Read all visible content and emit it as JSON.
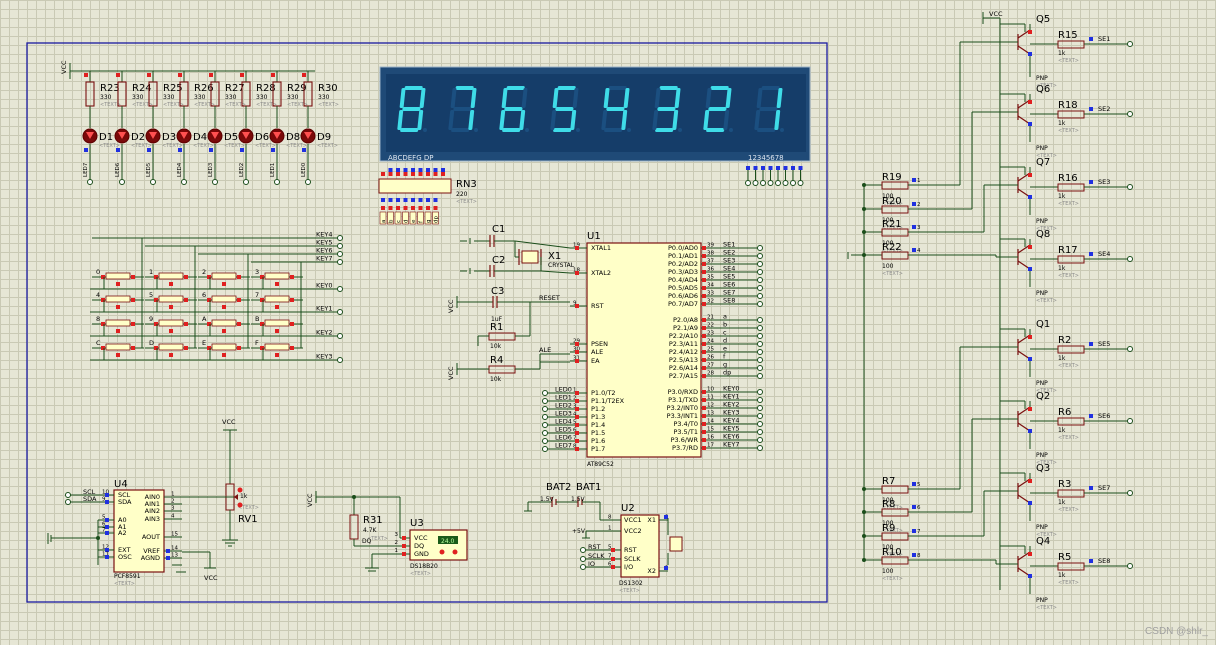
{
  "watermark": "CSDN @shlr_",
  "vcc": "VCC",
  "text_placeholder": "<TEXT>",
  "display": {
    "digits": [
      "8",
      "7",
      "6",
      "5",
      "4",
      "3",
      "2",
      "1"
    ],
    "seg_label": "ABCDEFG DP",
    "dig_label": "12345678",
    "seg_color": "#3fdce8"
  },
  "rn3": {
    "ref": "RN3",
    "value": "220"
  },
  "leds": [
    {
      "res": "R23",
      "led": "D1",
      "net": "LED7"
    },
    {
      "res": "R24",
      "led": "D2",
      "net": "LED6"
    },
    {
      "res": "R25",
      "led": "D3",
      "net": "LED5"
    },
    {
      "res": "R26",
      "led": "D4",
      "net": "LED4"
    },
    {
      "res": "R27",
      "led": "D5",
      "net": "LED3"
    },
    {
      "res": "R28",
      "led": "D6",
      "net": "LED2"
    },
    {
      "res": "R29",
      "led": "D8",
      "net": "LED1"
    },
    {
      "res": "R30",
      "led": "D9",
      "net": "LED0"
    }
  ],
  "led_res_value": "330",
  "keys": [
    "0",
    "1",
    "2",
    "3",
    "4",
    "5",
    "6",
    "7",
    "8",
    "9",
    "A",
    "B",
    "C",
    "D",
    "E",
    "F"
  ],
  "key_col_nets": [
    "KEY4",
    "KEY5",
    "KEY6",
    "KEY7"
  ],
  "key_row_nets": [
    "KEY0",
    "KEY1",
    "KEY2",
    "KEY3"
  ],
  "osc": {
    "c1": "C1",
    "c2": "C2",
    "c3": "C3",
    "c3_value": "1uF",
    "x1": "X1",
    "x1_value": "CRYSTAL",
    "r1": "R1",
    "r1_value": "10k",
    "r4": "R4",
    "r4_value": "10k",
    "reset_net": "RESET",
    "ale_net": "ALE"
  },
  "mcu": {
    "ref": "U1",
    "part": "AT89C52",
    "left_pins": [
      {
        "num": "19",
        "name": "XTAL1"
      },
      {
        "num": "18",
        "name": "XTAL2"
      },
      {
        "num": "9",
        "name": "RST"
      },
      {
        "num": "29",
        "name": "PSEN"
      },
      {
        "num": "30",
        "name": "ALE"
      },
      {
        "num": "31",
        "name": "EA"
      },
      {
        "num": "1",
        "name": "P1.0/T2"
      },
      {
        "num": "2",
        "name": "P1.1/T2EX"
      },
      {
        "num": "3",
        "name": "P1.2"
      },
      {
        "num": "4",
        "name": "P1.3"
      },
      {
        "num": "5",
        "name": "P1.4"
      },
      {
        "num": "6",
        "name": "P1.5"
      },
      {
        "num": "7",
        "name": "P1.6"
      },
      {
        "num": "8",
        "name": "P1.7"
      }
    ],
    "left_nets": [
      "LED0",
      "LED1",
      "LED2",
      "LED3",
      "LED4",
      "LED5",
      "LED6",
      "LED7"
    ],
    "p0_pins": [
      {
        "num": "39",
        "name": "P0.0/AD0",
        "net": "SE1"
      },
      {
        "num": "38",
        "name": "P0.1/AD1",
        "net": "SE2"
      },
      {
        "num": "37",
        "name": "P0.2/AD2",
        "net": "SE3"
      },
      {
        "num": "36",
        "name": "P0.3/AD3",
        "net": "SE4"
      },
      {
        "num": "35",
        "name": "P0.4/AD4",
        "net": "SE5"
      },
      {
        "num": "34",
        "name": "P0.5/AD5",
        "net": "SE6"
      },
      {
        "num": "33",
        "name": "P0.6/AD6",
        "net": "SE7"
      },
      {
        "num": "32",
        "name": "P0.7/AD7",
        "net": "SE8"
      }
    ],
    "p2_pins": [
      {
        "num": "21",
        "name": "P2.0/A8",
        "net": "a"
      },
      {
        "num": "22",
        "name": "P2.1/A9",
        "net": "b"
      },
      {
        "num": "23",
        "name": "P2.2/A10",
        "net": "c"
      },
      {
        "num": "24",
        "name": "P2.3/A11",
        "net": "d"
      },
      {
        "num": "25",
        "name": "P2.4/A12",
        "net": "e"
      },
      {
        "num": "26",
        "name": "P2.5/A13",
        "net": "f"
      },
      {
        "num": "27",
        "name": "P2.6/A14",
        "net": "g"
      },
      {
        "num": "28",
        "name": "P2.7/A15",
        "net": "dp"
      }
    ],
    "p3_pins": [
      {
        "num": "10",
        "name": "P3.0/RXD",
        "net": "KEY0"
      },
      {
        "num": "11",
        "name": "P3.1/TXD",
        "net": "KEY1"
      },
      {
        "num": "12",
        "name": "P3.2/INT0",
        "net": "KEY2"
      },
      {
        "num": "13",
        "name": "P3.3/INT1",
        "net": "KEY3"
      },
      {
        "num": "14",
        "name": "P3.4/T0",
        "net": "KEY4"
      },
      {
        "num": "15",
        "name": "P3.5/T1",
        "net": "KEY5"
      },
      {
        "num": "16",
        "name": "P3.6/WR",
        "net": "KEY6"
      },
      {
        "num": "17",
        "name": "P3.7/RD",
        "net": "KEY7"
      }
    ]
  },
  "transistors_top": [
    {
      "q": "Q5",
      "r": "R15",
      "net": "SE1",
      "base": "R19",
      "pin": "1"
    },
    {
      "q": "Q6",
      "r": "R18",
      "net": "SE2",
      "base": "R20",
      "pin": "2"
    },
    {
      "q": "Q7",
      "r": "R16",
      "net": "SE3",
      "base": "R21",
      "pin": "3"
    },
    {
      "q": "Q8",
      "r": "R17",
      "net": "SE4",
      "base": "R22",
      "pin": "4"
    }
  ],
  "transistors_bottom": [
    {
      "q": "Q1",
      "r": "R2",
      "net": "SE5",
      "base": "R7",
      "pin": "5"
    },
    {
      "q": "Q2",
      "r": "R6",
      "net": "SE6",
      "base": "R8",
      "pin": "6"
    },
    {
      "q": "Q3",
      "r": "R3",
      "net": "SE7",
      "base": "R9",
      "pin": "7"
    },
    {
      "q": "Q4",
      "r": "R5",
      "net": "SE8",
      "base": "R10",
      "pin": "8"
    }
  ],
  "pnp_label": "PNP",
  "coll_res_value": "1k",
  "base_res_value": "100",
  "adc": {
    "ref": "U4",
    "part": "PCF8591",
    "left_pins": [
      {
        "num": "10",
        "name": "SCL",
        "net": "SCL"
      },
      {
        "num": "9",
        "name": "SDA",
        "net": "SDA"
      },
      {
        "num": "5",
        "name": "A0",
        "net": ""
      },
      {
        "num": "6",
        "name": "A1",
        "net": ""
      },
      {
        "num": "7",
        "name": "A2",
        "net": ""
      },
      {
        "num": "12",
        "name": "EXT",
        "net": ""
      },
      {
        "num": "11",
        "name": "OSC",
        "net": ""
      }
    ],
    "right_pins": [
      {
        "num": "1",
        "name": "AIN0"
      },
      {
        "num": "2",
        "name": "AIN1"
      },
      {
        "num": "3",
        "name": "AIN2"
      },
      {
        "num": "4",
        "name": "AIN3"
      },
      {
        "num": "15",
        "name": "AOUT"
      },
      {
        "num": "14",
        "name": "VREF"
      },
      {
        "num": "13",
        "name": "AGND"
      }
    ]
  },
  "rv1": {
    "ref": "RV1",
    "value": "1k"
  },
  "temp": {
    "ref": "U3",
    "part": "DS18B20",
    "readout": "24.0",
    "pins": [
      {
        "num": "3",
        "name": "VCC"
      },
      {
        "num": "2",
        "name": "DQ"
      },
      {
        "num": "1",
        "name": "GND"
      }
    ],
    "r31": "R31",
    "r31_value": "4.7K",
    "dq_net": "DQ"
  },
  "rtc": {
    "ref": "U2",
    "part": "DS1302",
    "bat1": "BAT1",
    "bat2": "BAT2",
    "bat_value": "1.5V",
    "supply": "+5V",
    "left_pins": [
      {
        "num": "8",
        "name": "VCC1"
      },
      {
        "num": "1",
        "name": "VCC2"
      },
      {
        "num": "5",
        "name": "RST",
        "net": "RST"
      },
      {
        "num": "7",
        "name": "SCLK",
        "net": "SCLK"
      },
      {
        "num": "6",
        "name": "I/O",
        "net": "IO"
      }
    ],
    "right_pins": [
      {
        "num": "2",
        "name": "X1"
      },
      {
        "num": "3",
        "name": "X2"
      }
    ]
  }
}
